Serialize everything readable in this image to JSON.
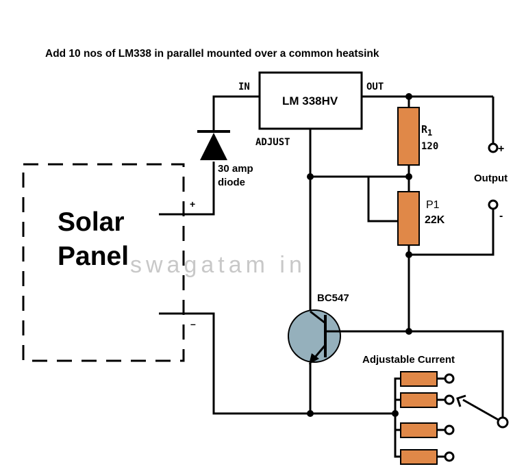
{
  "title": "Add 10 nos of LM338 in parallel mounted over a common heatsink",
  "regulator": {
    "name": "LM 338HV",
    "pin_in": "IN",
    "pin_out": "OUT",
    "pin_adjust": "ADJUST"
  },
  "diode": {
    "label_line1": "30 amp",
    "label_line2": "diode"
  },
  "solar_panel": {
    "label_line1": "Solar",
    "label_line2": "Panel",
    "plus": "+",
    "minus": "–"
  },
  "r1": {
    "name": "R",
    "subscript": "1",
    "value": "120"
  },
  "p1": {
    "name": "P1",
    "value": "22K"
  },
  "output": {
    "label": "Output",
    "plus": "+",
    "minus": "-"
  },
  "transistor": {
    "label": "BC547"
  },
  "adjustable": {
    "label": "Adjustable Current"
  },
  "watermark": "swagatam in",
  "colors": {
    "resistor": "#e08848",
    "transistor": "#95b0bc",
    "wire": "#000000",
    "watermark": "#c8c8c8"
  }
}
